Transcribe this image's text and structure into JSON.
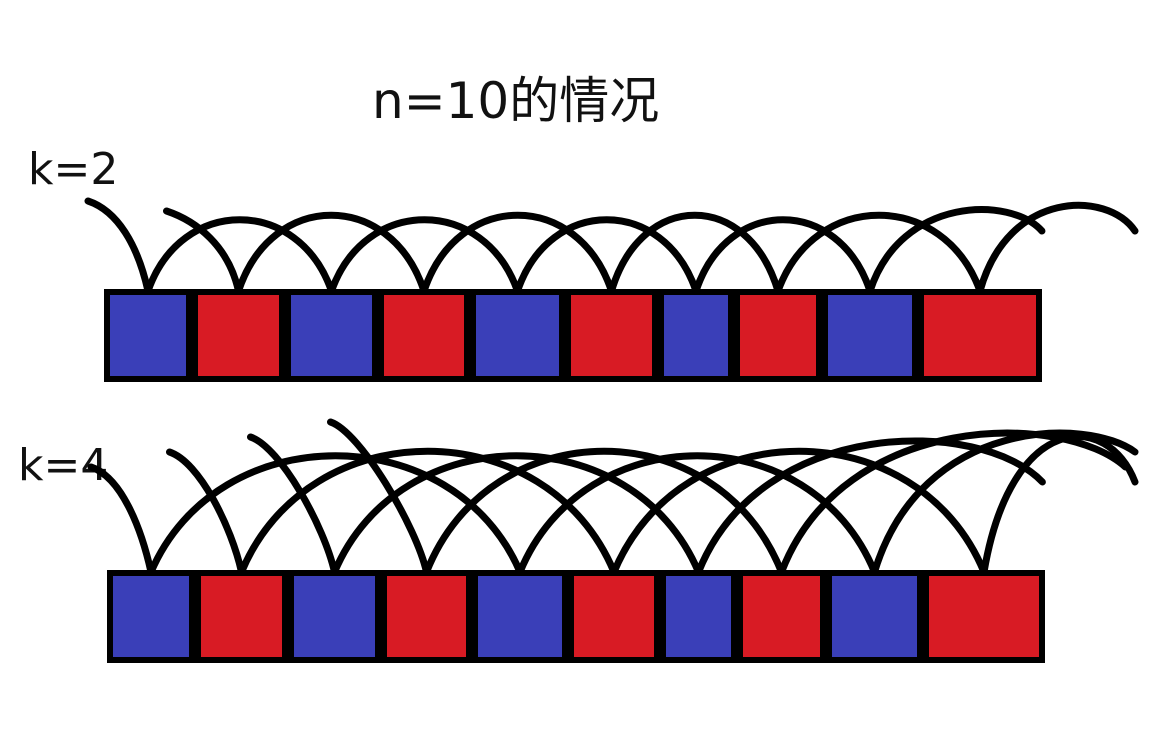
{
  "title": "n=10的情况",
  "colors": {
    "blue": "#3a3fb8",
    "red": "#d81b24",
    "stroke": "#000000",
    "background": "#ffffff"
  },
  "rows": [
    {
      "label": "k=2",
      "k": 2,
      "cells": [
        "blue",
        "red",
        "blue",
        "red",
        "blue",
        "red",
        "blue",
        "red",
        "blue",
        "red"
      ]
    },
    {
      "label": "k=4",
      "k": 4,
      "cells": [
        "blue",
        "red",
        "blue",
        "red",
        "blue",
        "red",
        "blue",
        "red",
        "blue",
        "red"
      ]
    }
  ]
}
